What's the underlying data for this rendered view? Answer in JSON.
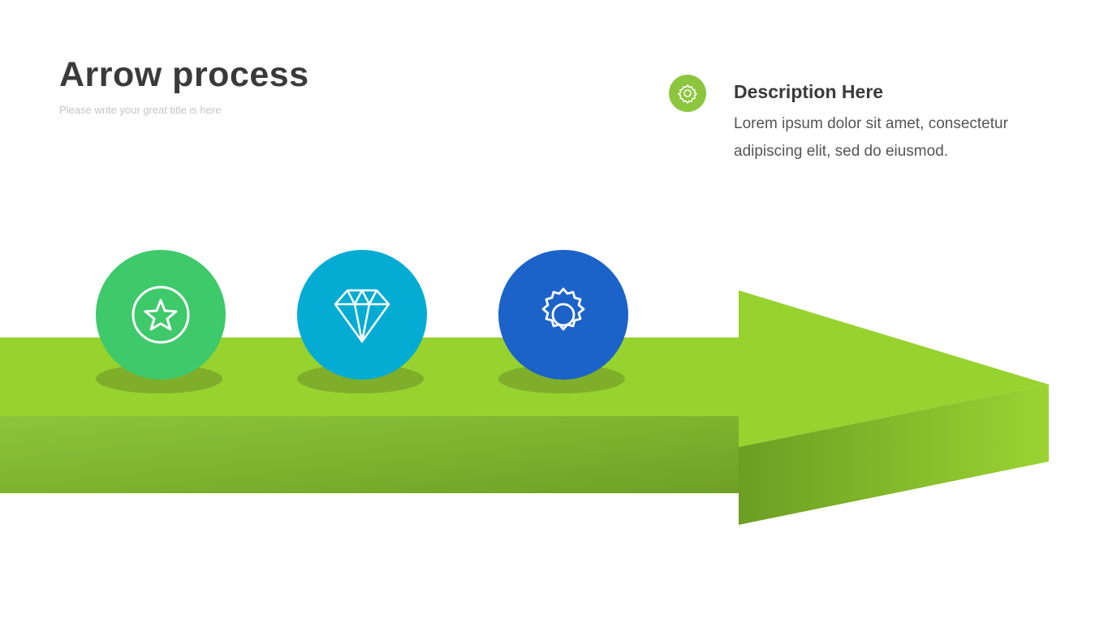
{
  "header": {
    "title": "Arrow process",
    "subtitle": "Please write your great title is here"
  },
  "description": {
    "icon": "gear-icon",
    "title": "Description Here",
    "text": "Lorem ipsum dolor sit amet, consectetur adipiscing elit, sed do eiusmod."
  },
  "steps": [
    {
      "icon": "star-icon",
      "color": "#3ec96a"
    },
    {
      "icon": "diamond-icon",
      "color": "#04acd3"
    },
    {
      "icon": "gear-icon",
      "color": "#1b63c8"
    }
  ],
  "colors": {
    "arrow_top": "#97d22f",
    "arrow_side": "#7cb52a",
    "accent": "#8cc63f"
  }
}
